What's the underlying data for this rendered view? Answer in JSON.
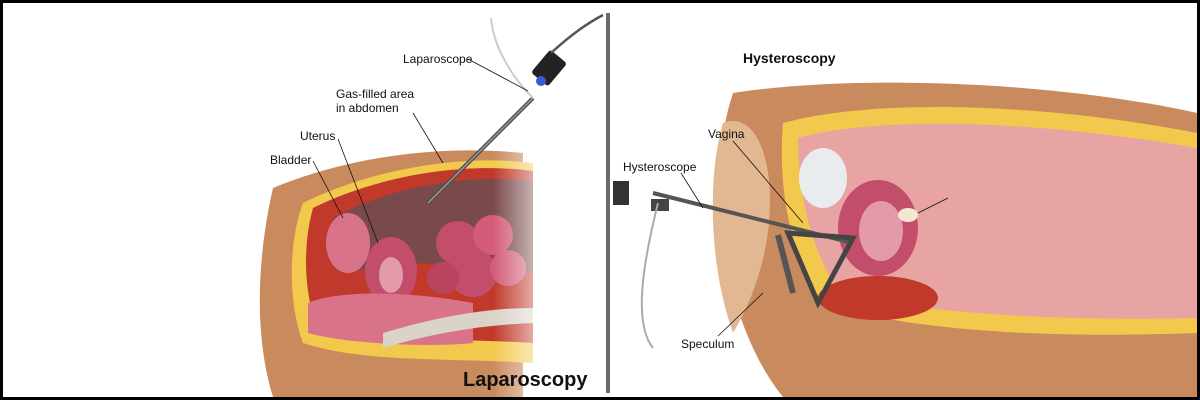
{
  "left": {
    "title": "Laparoscopy",
    "labels": {
      "laparoscope": "Laparoscope",
      "gas_line1": "Gas-filled area",
      "gas_line2": "in abdomen",
      "uterus": "Uterus",
      "bladder": "Bladder"
    }
  },
  "right": {
    "title": "Hysteroscopy",
    "labels": {
      "vagina": "Vagina",
      "hysteroscope": "Hysteroscope",
      "speculum": "Speculum"
    }
  },
  "colors": {
    "skin": "#c98a5e",
    "fat": "#f2c94c",
    "tissue": "#d8738a",
    "organ": "#c24e6b",
    "cavity": "#7a4a4a",
    "instrument": "#4a4a4a"
  }
}
